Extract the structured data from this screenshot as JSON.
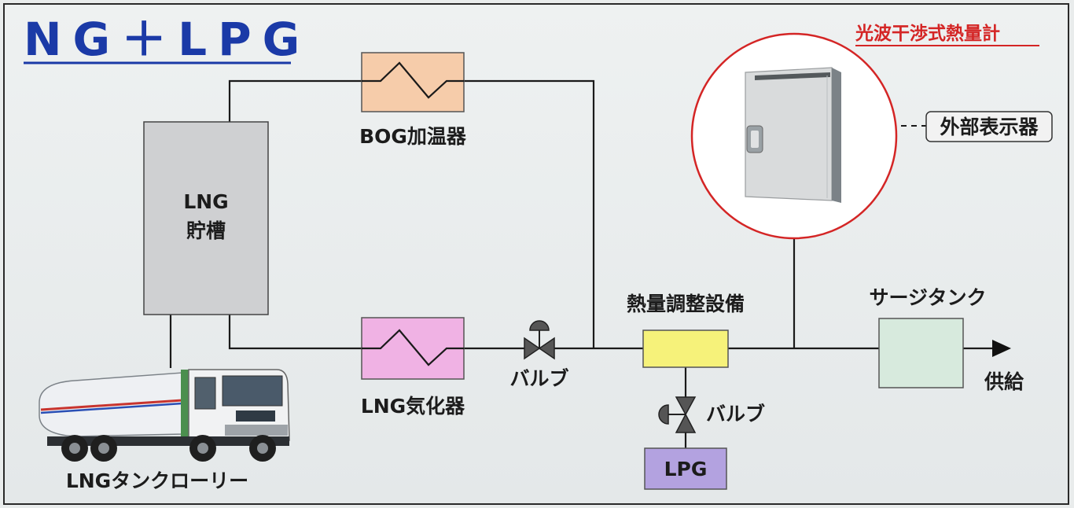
{
  "title": "NG＋LPG",
  "meter": {
    "title": "光波干渉式熱量計",
    "external_display": "外部表示器"
  },
  "tank": {
    "line1": "LNG",
    "line2": "貯槽"
  },
  "bog_heater": "BOG加温器",
  "vaporizer": "LNG気化器",
  "valve_main": "バルブ",
  "valve_lpg": "バルブ",
  "calorie_unit": "熱量調整設備",
  "lpg": "LPG",
  "surge_tank": "サージタンク",
  "supply": "供給",
  "tank_lorry": "LNGタンクローリー",
  "colors": {
    "title": "#1b3aa7",
    "meter_circle": "#d42525",
    "bog_heater": "#f6ccaa",
    "vaporizer": "#f0b2e4",
    "calorie_unit": "#f6f27a",
    "lpg": "#b3a2e0",
    "surge_tank": "#d7eadd",
    "tank": "#cfd0d2"
  },
  "icons": [
    "heat-exchanger-icon",
    "valve-icon",
    "arrow-right-icon",
    "tank-lorry-icon",
    "calorimeter-cabinet-icon"
  ]
}
